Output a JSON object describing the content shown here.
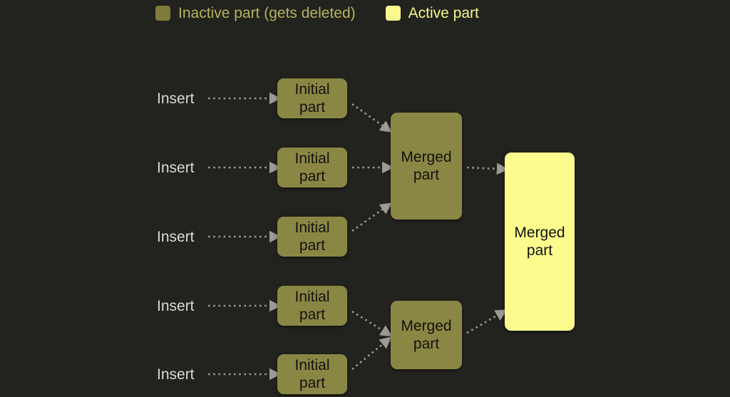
{
  "background_color": "#22221e",
  "legend": {
    "inactive": {
      "label": "Inactive part (gets deleted)",
      "swatch_color": "#7e7b3c",
      "text_color": "#b6b25e",
      "icon": "square-swatch-icon"
    },
    "active": {
      "label": "Active part",
      "swatch_color": "#fafa8c",
      "text_color": "#f6f68f",
      "icon": "square-swatch-icon"
    }
  },
  "inserts": [
    {
      "label": "Insert"
    },
    {
      "label": "Insert"
    },
    {
      "label": "Insert"
    },
    {
      "label": "Insert"
    },
    {
      "label": "Insert"
    }
  ],
  "initial_parts": [
    {
      "label": "Initial\npart",
      "state": "inactive"
    },
    {
      "label": "Initial\npart",
      "state": "inactive"
    },
    {
      "label": "Initial\npart",
      "state": "inactive"
    },
    {
      "label": "Initial\npart",
      "state": "inactive"
    },
    {
      "label": "Initial\npart",
      "state": "inactive"
    }
  ],
  "merged_parts": [
    {
      "label": "Merged\npart",
      "state": "inactive"
    },
    {
      "label": "Merged\npart",
      "state": "inactive"
    }
  ],
  "final_part": {
    "label": "Merged\npart",
    "state": "active"
  },
  "arrow_color": "#9b9b96",
  "text_colors": {
    "insert": "#d9d9d5",
    "node": "#12120e"
  }
}
